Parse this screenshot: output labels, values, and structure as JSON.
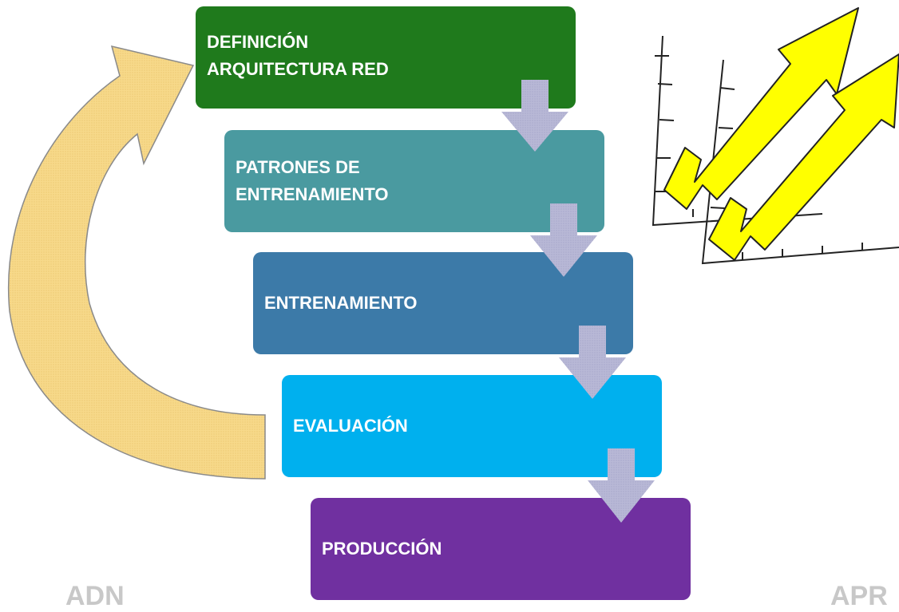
{
  "steps": [
    {
      "label": "DEFINICIÓN\nARQUITECTURA RED",
      "color": "#1f7a1c"
    },
    {
      "label": "PATRONES DE\nENTRENAMIENTO",
      "color": "#4a9aa0"
    },
    {
      "label": "ENTRENAMIENTO",
      "color": "#3c7aa8"
    },
    {
      "label": "EVALUACIÓN",
      "color": "#00b0ee"
    },
    {
      "label": "PRODUCCIÓN",
      "color": "#7030a0"
    }
  ],
  "footer": {
    "left": "ADN",
    "right": "APR"
  },
  "colors": {
    "cycle_arrow": "#f7d98a",
    "flow_arrow": "#b4b4d4",
    "growth_arrows": "#ffff00"
  }
}
